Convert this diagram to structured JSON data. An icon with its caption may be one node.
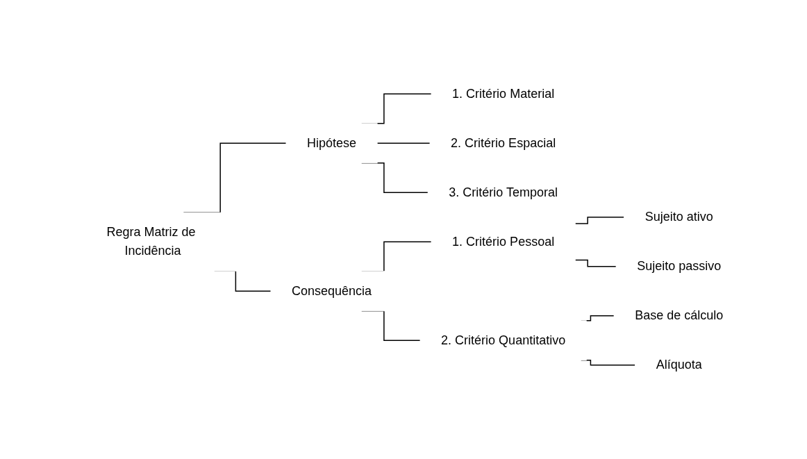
{
  "diagram": {
    "nodes": [
      {
        "text": [
          "Regra Matriz de Incidência"
        ]
      },
      {
        "text": [
          "Hipótese"
        ]
      },
      {
        "text": [
          "1. Critério Material"
        ]
      },
      {
        "text": [
          "2. Critério Espacial"
        ]
      },
      {
        "text": [
          "3. Critério Temporal"
        ]
      },
      {
        "text": [
          "Consequência"
        ]
      },
      {
        "text": [
          "1. Critério Pessoal"
        ]
      },
      {
        "text": [
          "Sujeito ativo"
        ]
      },
      {
        "text": [
          "Sujeito passivo"
        ]
      },
      {
        "text": [
          "2. Critério Quantitativo"
        ]
      },
      {
        "text": [
          "Base de cálculo"
        ]
      },
      {
        "text": [
          "Alíquota"
        ]
      }
    ],
    "edges": [
      {
        "from": 0,
        "to": 1,
        "arrow": "none"
      },
      {
        "from": 0,
        "to": 5,
        "arrow": "none"
      },
      {
        "from": 1,
        "to": 2,
        "arrow": "none"
      },
      {
        "from": 1,
        "to": 3,
        "arrow": "none"
      },
      {
        "from": 1,
        "to": 4,
        "arrow": "none"
      },
      {
        "from": 5,
        "to": 6,
        "arrow": "none"
      },
      {
        "from": 5,
        "to": 9,
        "arrow": "none"
      },
      {
        "from": 6,
        "to": 7,
        "arrow": "none"
      },
      {
        "from": 6,
        "to": 8,
        "arrow": "none"
      },
      {
        "from": 9,
        "to": 10,
        "arrow": "none"
      },
      {
        "from": 9,
        "to": 11,
        "arrow": "none"
      }
    ]
  }
}
